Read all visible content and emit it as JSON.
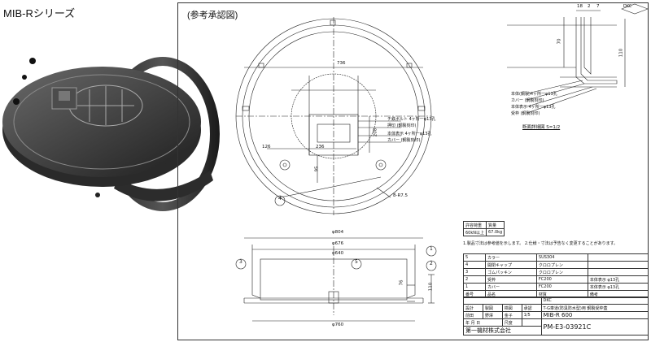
{
  "series_title": "MIB-Rシリーズ",
  "reference_title": "(参考承認図)",
  "brand_mark": "DKC",
  "dimensions": {
    "top_span": "736",
    "offset_126": "126",
    "offset_236": "236",
    "height_208": "208",
    "depth_95": "95",
    "radius": "8-R7.5",
    "dia_804": "φ804",
    "dia_676": "φ676",
    "dia_640": "φ640",
    "dia_760": "φ760",
    "height_76": "76",
    "height_110": "110",
    "section_18": "18",
    "section_2": "2",
    "section_7": "7",
    "section_70": "70",
    "section_110": "110"
  },
  "callouts": {
    "top_view": [
      "チ鉄ボルト 4ヶ所一φ13孔",
      "押印 (鋼製刻印)",
      "本体表示 4ヶ所一φ13孔",
      "カバー (鋼製刻印)"
    ],
    "section_view": [
      "本体(鋼製)4ヶ所一φ13孔",
      "カバー (鋼製刻印)",
      "本体表示 4ヶ所一φ13孔",
      "受枠 (鋼製刻印)"
    ],
    "section_label": "断面詳細図 S=1/2"
  },
  "balloons": [
    "1",
    "2",
    "3",
    "4",
    "5"
  ],
  "specs": {
    "headers": [
      "許容荷重",
      "質量"
    ],
    "values": [
      "60kN以上",
      "67.0kg"
    ]
  },
  "notes": "1.製品寸法は参考値を示します。 2.仕様・寸法は予告なく変更することがあります。",
  "parts": [
    {
      "no": "5",
      "name": "カラー",
      "material": "SUS304",
      "remark": ""
    },
    {
      "no": "4",
      "name": "開閉キャップ",
      "material": "クロロプレン",
      "remark": ""
    },
    {
      "no": "3",
      "name": "ゴムパッキン",
      "material": "クロロプレン",
      "remark": ""
    },
    {
      "no": "2",
      "name": "受枠",
      "material": "FC200",
      "remark": "本体表示 φ13孔"
    },
    {
      "no": "1",
      "name": "カバー",
      "material": "FC200",
      "remark": "本体表示 φ13孔"
    }
  ],
  "parts_header": {
    "no": "番号",
    "name": "品名",
    "material": "材質",
    "remark": "備考"
  },
  "title_block": {
    "company_mark": "DKC",
    "product_desc": "T-G車道(防臭防水型)用 鋼製受枠蓋",
    "model": "MIB-R 600",
    "scale_label": "尺度",
    "scale": "1/5",
    "roles": [
      "設計",
      "製図",
      "検図",
      "承認"
    ],
    "names": [
      "前田",
      "野澤",
      "金子"
    ],
    "date_label": "年 月 日",
    "company": "第一機材株式会社",
    "drawing_no": "PM-E3-03921C"
  }
}
